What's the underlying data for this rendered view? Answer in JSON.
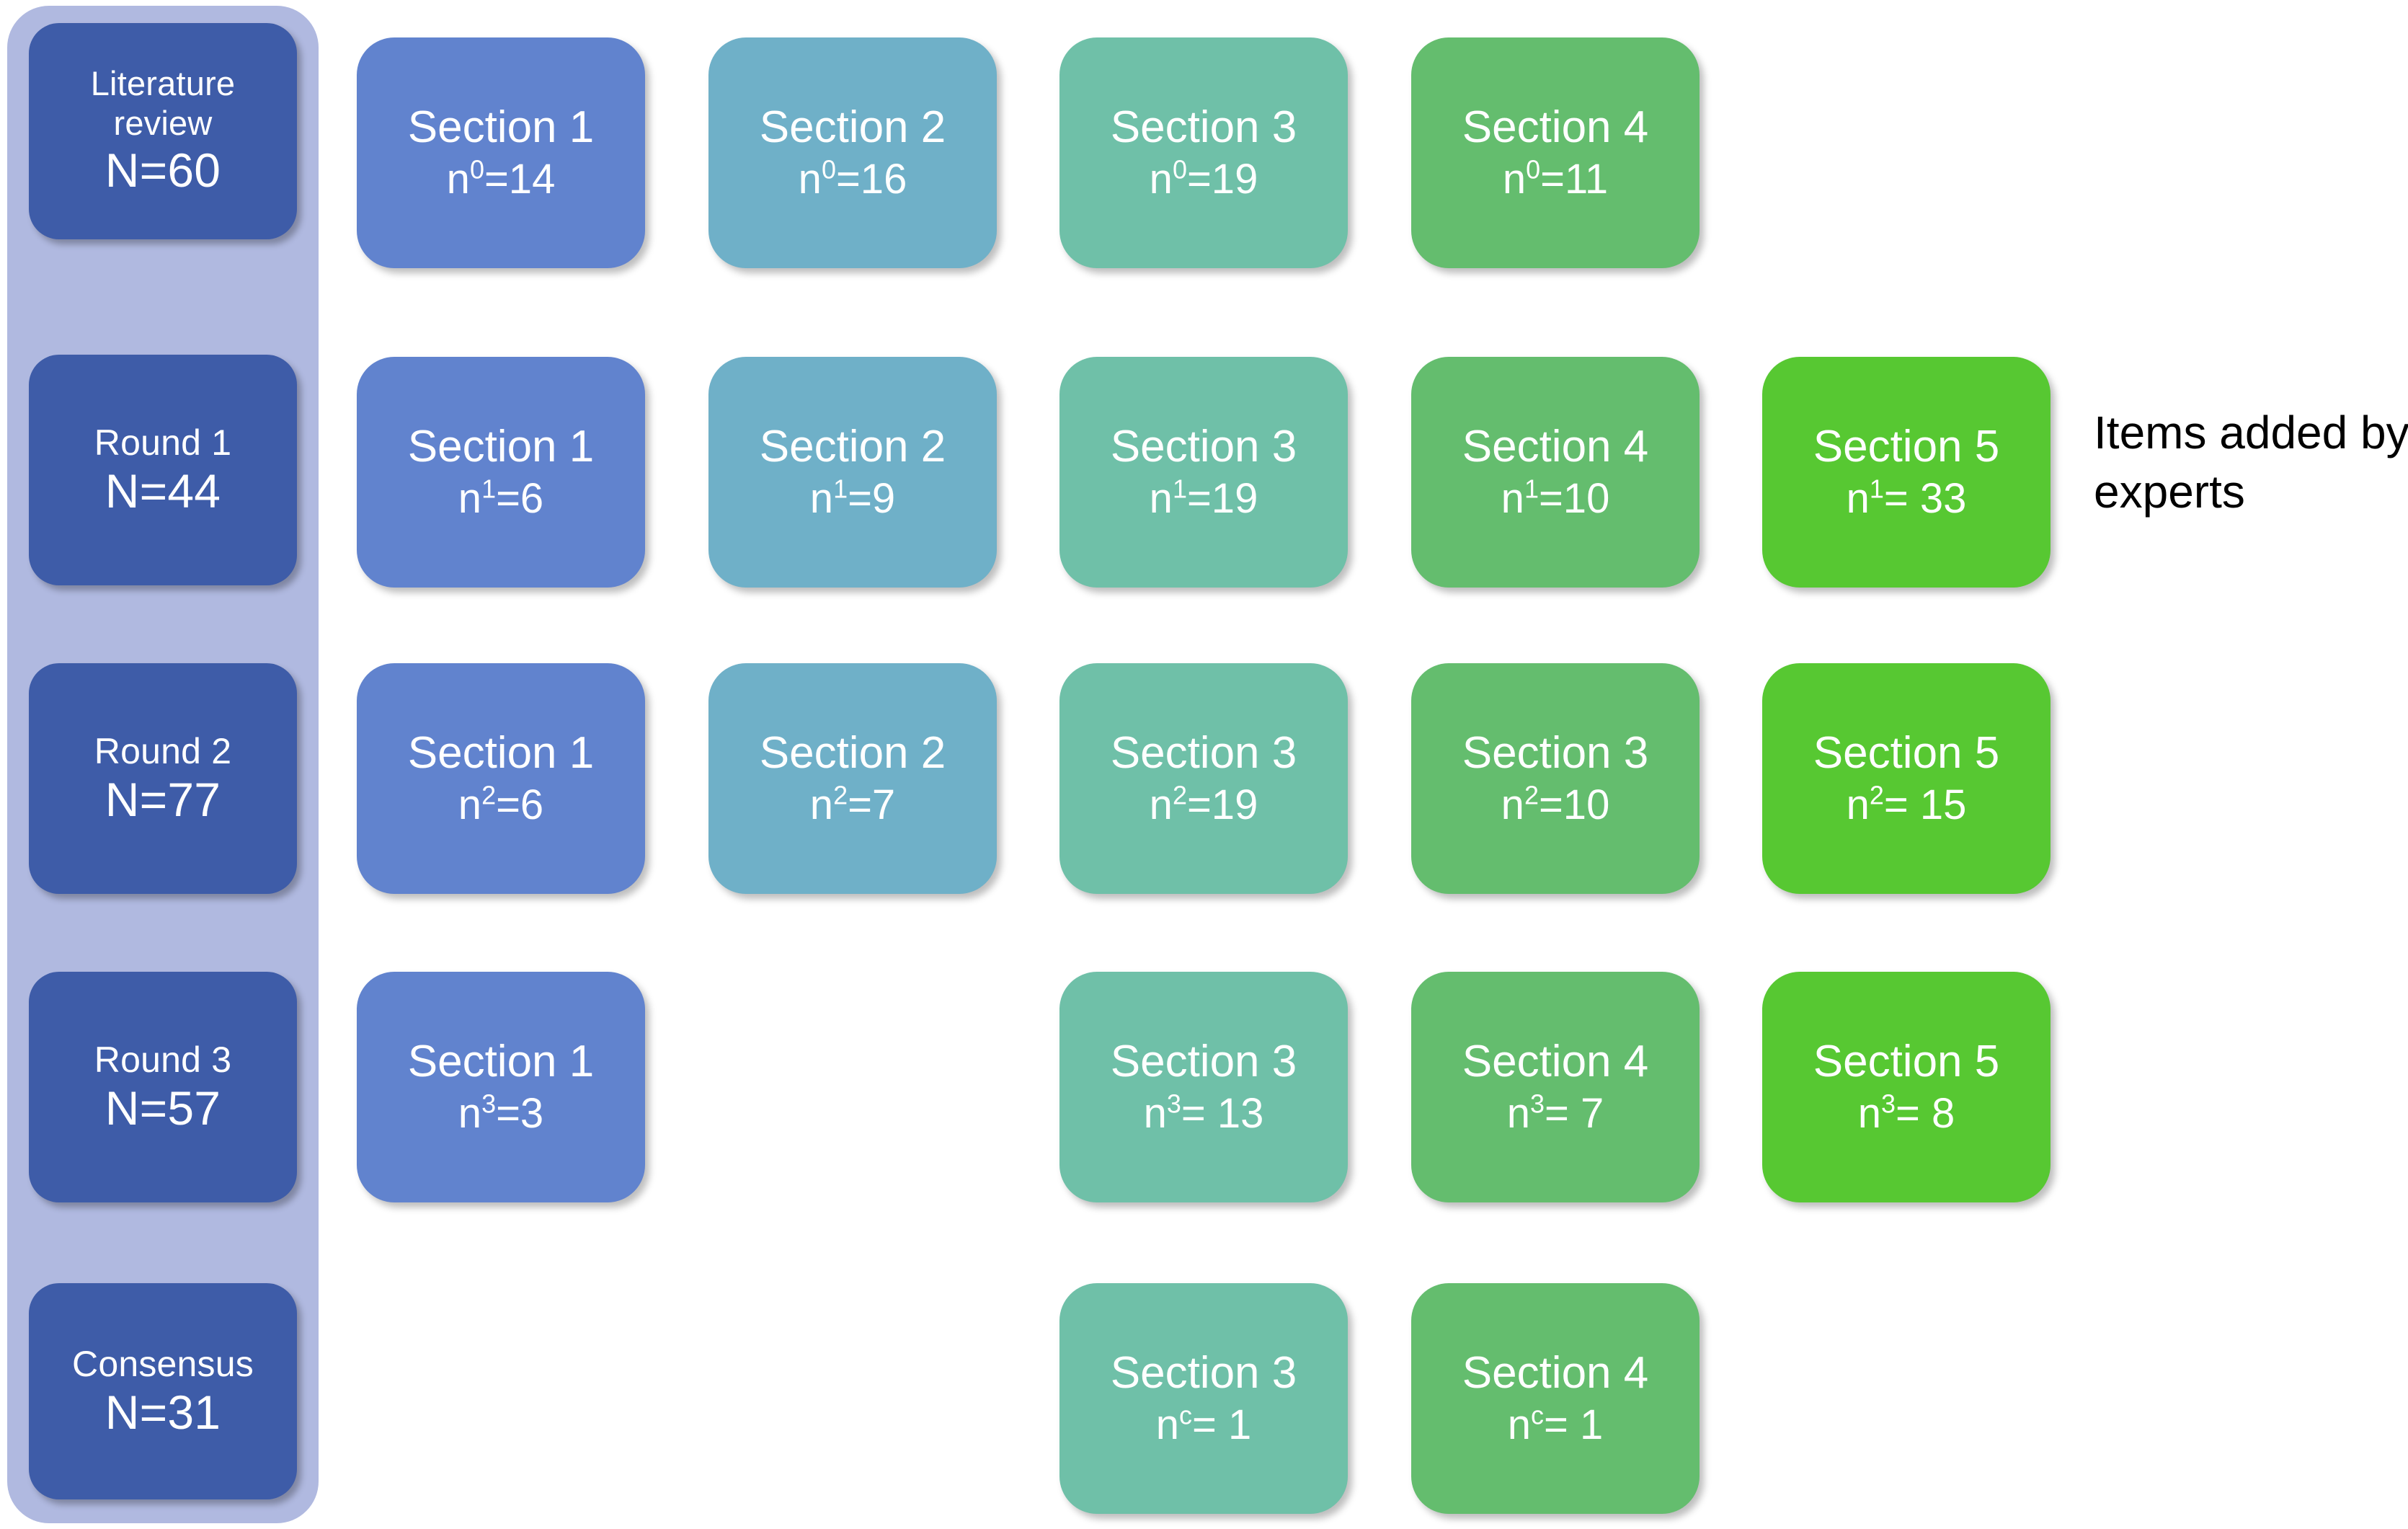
{
  "figure": {
    "type": "delphi-consensus-flow-diagram",
    "annotation": "Items added by\nexperts",
    "colors": {
      "rail_backdrop": "#B0B9E0",
      "stage_box": "#3E5CA8",
      "section_1": "#6183CE",
      "section_2": "#6FB0C8",
      "section_3": "#6FC0A8",
      "section_4": "#64BD6E",
      "section_5": "#57C832",
      "text_on_box": "#FFFFFF",
      "annotation_text": "#000000",
      "background": "#FFFFFF"
    }
  },
  "stages": [
    {
      "name": "Literature\nreview",
      "name_line1": "Literature",
      "name_line2": "review",
      "n_label": "N=60",
      "n_value": 60
    },
    {
      "name": "Round 1",
      "n_label": "N=44",
      "n_value": 44
    },
    {
      "name": "Round 2",
      "n_label": "N=77",
      "n_value": 77
    },
    {
      "name": "Round 3",
      "n_label": "N=57",
      "n_value": 57
    },
    {
      "name": "Consensus",
      "n_label": "N=31",
      "n_value": 31
    }
  ],
  "rows": [
    {
      "stage": "Literature review",
      "superscript": "0",
      "cards": [
        {
          "title": "Section 1",
          "count_prefix": "n",
          "superscript": "0",
          "count_suffix": "=14",
          "value": 14,
          "color_key": "section_1"
        },
        {
          "title": "Section 2",
          "count_prefix": "n",
          "superscript": "0",
          "count_suffix": "=16",
          "value": 16,
          "color_key": "section_2"
        },
        {
          "title": "Section 3",
          "count_prefix": "n",
          "superscript": "0",
          "count_suffix": "=19",
          "value": 19,
          "color_key": "section_3"
        },
        {
          "title": "Section 4",
          "count_prefix": "n",
          "superscript": "0",
          "count_suffix": "=11",
          "value": 11,
          "color_key": "section_4"
        }
      ]
    },
    {
      "stage": "Round 1",
      "superscript": "1",
      "cards": [
        {
          "title": "Section 1",
          "count_prefix": "n",
          "superscript": "1",
          "count_suffix": "=6",
          "value": 6,
          "color_key": "section_1"
        },
        {
          "title": "Section 2",
          "count_prefix": "n",
          "superscript": "1",
          "count_suffix": "=9",
          "value": 9,
          "color_key": "section_2"
        },
        {
          "title": "Section 3",
          "count_prefix": "n",
          "superscript": "1",
          "count_suffix": "=19",
          "value": 19,
          "color_key": "section_3"
        },
        {
          "title": "Section 4",
          "count_prefix": "n",
          "superscript": "1",
          "count_suffix": "=10",
          "value": 10,
          "color_key": "section_4"
        },
        {
          "title": "Section 5",
          "count_prefix": "n",
          "superscript": "1",
          "count_suffix": "= 33",
          "value": 33,
          "color_key": "section_5"
        }
      ]
    },
    {
      "stage": "Round 2",
      "superscript": "2",
      "cards": [
        {
          "title": "Section 1",
          "count_prefix": "n",
          "superscript": "2",
          "count_suffix": "=6",
          "value": 6,
          "color_key": "section_1"
        },
        {
          "title": "Section 2",
          "count_prefix": "n",
          "superscript": "2",
          "count_suffix": "=7",
          "value": 7,
          "color_key": "section_2"
        },
        {
          "title": "Section 3",
          "count_prefix": "n",
          "superscript": "2",
          "count_suffix": "=19",
          "value": 19,
          "color_key": "section_3"
        },
        {
          "title": "Section 3",
          "count_prefix": "n",
          "superscript": "2",
          "count_suffix": "=10",
          "value": 10,
          "color_key": "section_4"
        },
        {
          "title": "Section 5",
          "count_prefix": "n",
          "superscript": "2",
          "count_suffix": "= 15",
          "value": 15,
          "color_key": "section_5"
        }
      ]
    },
    {
      "stage": "Round 3",
      "superscript": "3",
      "cards": [
        {
          "title": "Section 1",
          "count_prefix": "n",
          "superscript": "3",
          "count_suffix": "=3",
          "value": 3,
          "color_key": "section_1"
        },
        {
          "title": "Section 3",
          "count_prefix": "n",
          "superscript": "3",
          "count_suffix": "= 13",
          "value": 13,
          "color_key": "section_3"
        },
        {
          "title": "Section 4",
          "count_prefix": "n",
          "superscript": "3",
          "count_suffix": "= 7",
          "value": 7,
          "color_key": "section_4"
        },
        {
          "title": "Section 5",
          "count_prefix": "n",
          "superscript": "3",
          "count_suffix": "= 8",
          "value": 8,
          "color_key": "section_5"
        }
      ]
    },
    {
      "stage": "Consensus",
      "superscript": "c",
      "cards": [
        {
          "title": "Section 3",
          "count_prefix": "n",
          "superscript": "c",
          "count_suffix": "= 1",
          "value": 1,
          "color_key": "section_3"
        },
        {
          "title": "Section 4",
          "count_prefix": "n",
          "superscript": "c",
          "count_suffix": "= 1",
          "value": 1,
          "color_key": "section_4"
        }
      ]
    }
  ]
}
